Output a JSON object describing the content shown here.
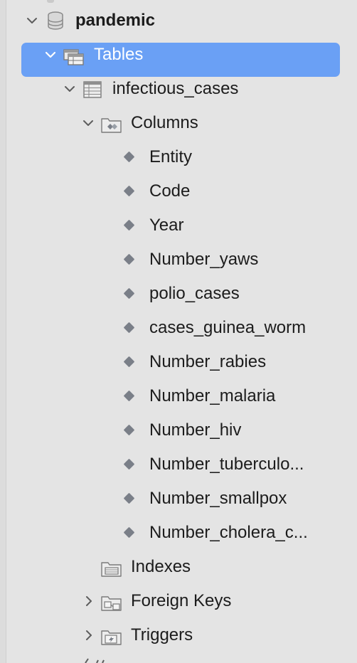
{
  "tree": {
    "database": {
      "label": "pandemic",
      "icon": "database-icon"
    },
    "tables_group": {
      "label": "Tables",
      "icon": "tables-folder-icon"
    },
    "table": {
      "label": "infectious_cases",
      "icon": "table-icon"
    },
    "columns_group": {
      "label": "Columns",
      "icon": "columns-folder-icon"
    },
    "columns": [
      "Entity",
      "Code",
      "Year",
      "Number_yaws",
      "polio_cases",
      "cases_guinea_worm",
      "Number_rabies",
      "Number_malaria",
      "Number_hiv",
      "Number_tuberculo...",
      "Number_smallpox",
      "Number_cholera_c..."
    ],
    "indexes_group": {
      "label": "Indexes",
      "icon": "indexes-folder-icon"
    },
    "foreign_keys_group": {
      "label": "Foreign Keys",
      "icon": "foreign-keys-folder-icon"
    },
    "triggers_group": {
      "label": "Triggers",
      "icon": "triggers-folder-icon"
    }
  },
  "colors": {
    "panel_background": "#e4e4e4",
    "selection": "#6aa0f5",
    "column_bullet": "#7a7f88",
    "text": "#1c1c1c"
  }
}
